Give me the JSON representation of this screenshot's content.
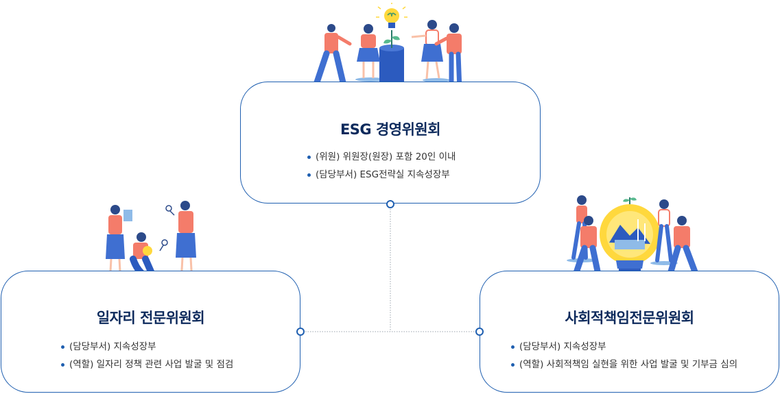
{
  "committees": {
    "top": {
      "title": "ESG 경영위원회",
      "items": [
        "(위원) 위원장(원장) 포함 20인 이내",
        "(담당부서) ESG전략실 지속성장부"
      ]
    },
    "left": {
      "title": "일자리 전문위원회",
      "items": [
        "(담당부서) 지속성장부",
        "(역할) 일자리 정책 관련 사업 발굴 및 점검"
      ]
    },
    "right": {
      "title": "사회적책임전문위원회",
      "items": [
        "(담당부서) 지속성장부",
        "(역할) 사회적책임 실현을 위한 사업 발굴 및 기부금 심의"
      ]
    }
  },
  "colors": {
    "border": "#1f5fb0",
    "title": "#0d2a5c",
    "accent_coral": "#f47c6a",
    "accent_blue": "#3f6fd1",
    "accent_yellow": "#ffd83d"
  }
}
